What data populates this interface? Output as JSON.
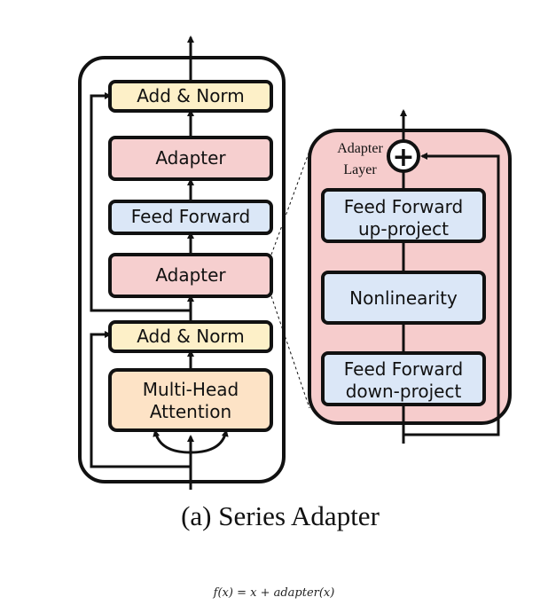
{
  "colors": {
    "norm_fill": "#fdf0c8",
    "adapter_fill": "#f6cfcf",
    "ff_fill": "#dbe7f7",
    "attention_fill": "#fde3c6",
    "adapter_panel_fill": "#f6cccc",
    "stroke": "#111111"
  },
  "left_block": {
    "add_norm_top": "Add & Norm",
    "adapter_top": "Adapter",
    "feed_forward": "Feed Forward",
    "adapter_bottom": "Adapter",
    "add_norm_bottom": "Add & Norm",
    "attention_line1": "Multi-Head",
    "attention_line2": "Attention"
  },
  "adapter_layer": {
    "title_line1": "Adapter",
    "title_line2": "Layer",
    "plus_symbol": "+",
    "up_project_line1": "Feed Forward",
    "up_project_line2": "up-project",
    "nonlinearity": "Nonlinearity",
    "down_project_line1": "Feed Forward",
    "down_project_line2": "down-project"
  },
  "caption": "(a) Series Adapter",
  "formula": "f(x) = x + adapter(x)"
}
